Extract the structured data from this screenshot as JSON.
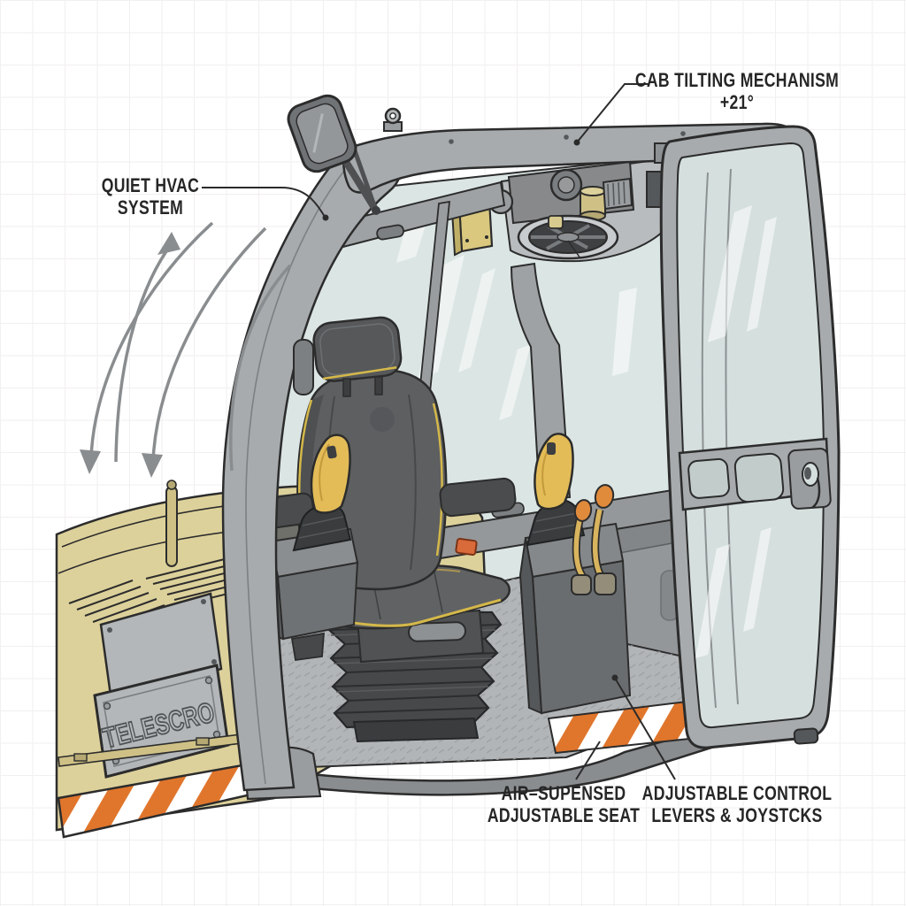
{
  "labels": {
    "cab_tilt": {
      "line1": "CAB TILTING MECHANISM",
      "line2": "+21°"
    },
    "hvac": {
      "line1": "QUIET HVAC",
      "line2": "SYSTEM"
    },
    "seat": {
      "line1": "AIR–SUPENSED",
      "line2": "ADJUSTABLE SEAT"
    },
    "levers": {
      "line1": "ADJUSTABLE CONTROL",
      "line2": "LEVERS & JOYSTCKS"
    }
  },
  "badge": {
    "text": "TELESCRO"
  },
  "palette": {
    "background": "#ffffff",
    "grid": "#f2eff0",
    "outline": "#2c2c2c",
    "body_tan": "#ddd19b",
    "frame_gray": "#a7abad",
    "glass": "#dbe5e4",
    "seat_gray": "#5d5f61",
    "joystick_yellow": "#e3bc58",
    "piping_yellow": "#d4b84a",
    "hazard_orange": "#e0762c",
    "knob_orange": "#e08a3c",
    "label_text": "#262626"
  }
}
